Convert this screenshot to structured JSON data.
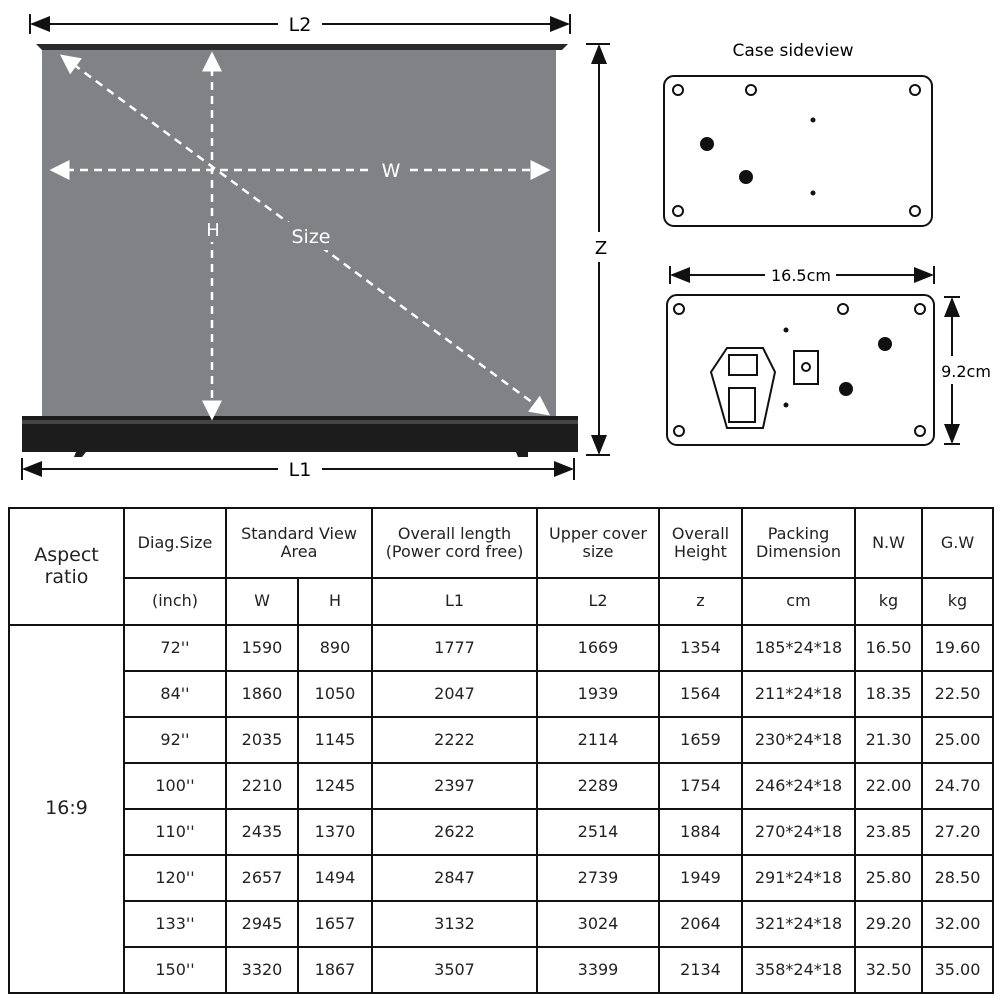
{
  "diagram": {
    "labels": {
      "L2": "L2",
      "L1": "L1",
      "W": "W",
      "H": "H",
      "Size": "Size",
      "Z": "Z"
    },
    "case_title": "Case sideview",
    "case_width": "16.5cm",
    "case_height": "9.2cm",
    "colors": {
      "screen": "#808285",
      "frame": "#1c1c1c"
    }
  },
  "table": {
    "headers": {
      "aspect": "Aspect ratio",
      "diag": "Diag.Size",
      "view": "Standard View Area",
      "overall_len": "Overall length (Power cord free)",
      "upper": "Upper cover size",
      "height": "Overall Height",
      "packing": "Packing Dimension",
      "nw": "N.W",
      "gw": "G.W"
    },
    "units": [
      "(inch)",
      "W",
      "H",
      "L1",
      "L2",
      "z",
      "cm",
      "kg",
      "kg"
    ],
    "aspect_value": "16:9",
    "rows": [
      [
        "72''",
        "1590",
        "890",
        "1777",
        "1669",
        "1354",
        "185*24*18",
        "16.50",
        "19.60"
      ],
      [
        "84''",
        "1860",
        "1050",
        "2047",
        "1939",
        "1564",
        "211*24*18",
        "18.35",
        "22.50"
      ],
      [
        "92''",
        "2035",
        "1145",
        "2222",
        "2114",
        "1659",
        "230*24*18",
        "21.30",
        "25.00"
      ],
      [
        "100''",
        "2210",
        "1245",
        "2397",
        "2289",
        "1754",
        "246*24*18",
        "22.00",
        "24.70"
      ],
      [
        "110''",
        "2435",
        "1370",
        "2622",
        "2514",
        "1884",
        "270*24*18",
        "23.85",
        "27.20"
      ],
      [
        "120''",
        "2657",
        "1494",
        "2847",
        "2739",
        "1949",
        "291*24*18",
        "25.80",
        "28.50"
      ],
      [
        "133''",
        "2945",
        "1657",
        "3132",
        "3024",
        "2064",
        "321*24*18",
        "29.20",
        "32.00"
      ],
      [
        "150''",
        "3320",
        "1867",
        "3507",
        "3399",
        "2134",
        "358*24*18",
        "32.50",
        "35.00"
      ]
    ]
  }
}
